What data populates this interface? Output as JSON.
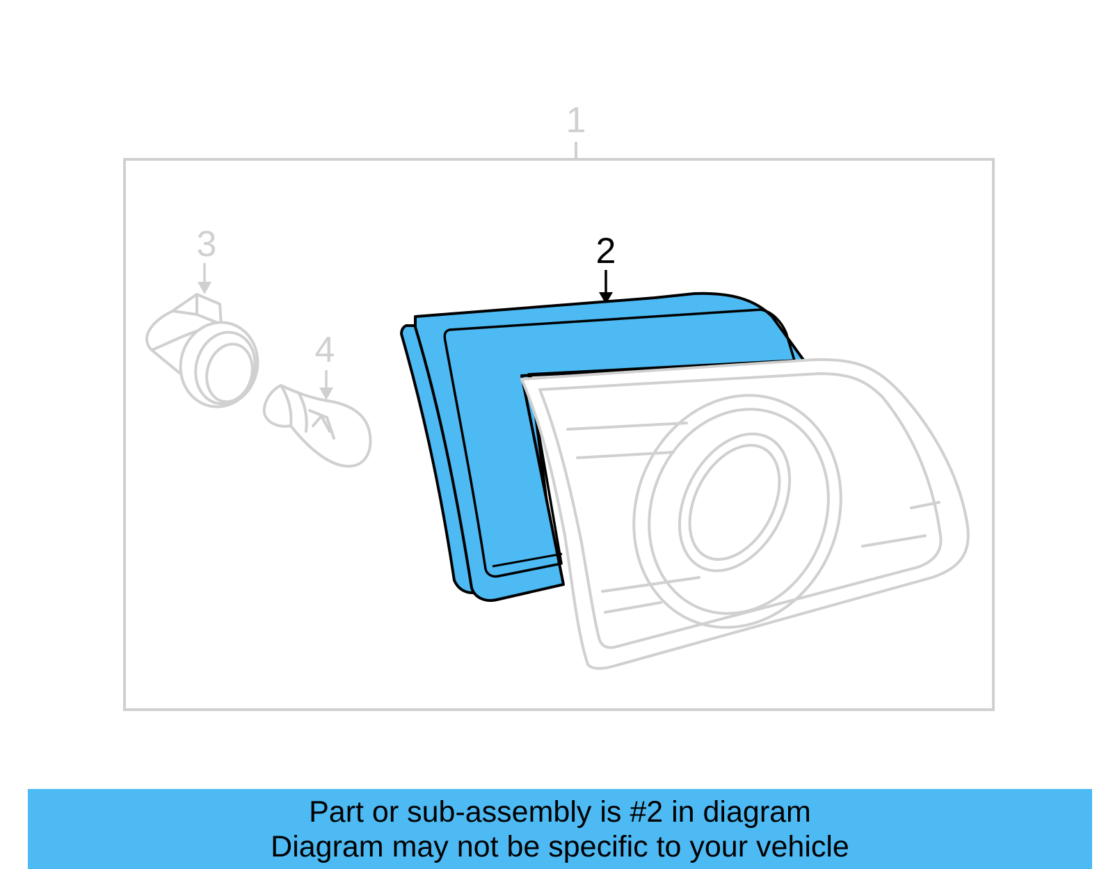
{
  "callouts": {
    "part1": "1",
    "part2": "2",
    "part3": "3",
    "part4": "4"
  },
  "banner": {
    "line1": "Part or sub-assembly is #2 in diagram",
    "line2": "Diagram may not be specific to your vehicle"
  },
  "colors": {
    "highlight": "#4dbaf4",
    "outline_grey": "#d0d0d0",
    "outline_black": "#000000"
  }
}
